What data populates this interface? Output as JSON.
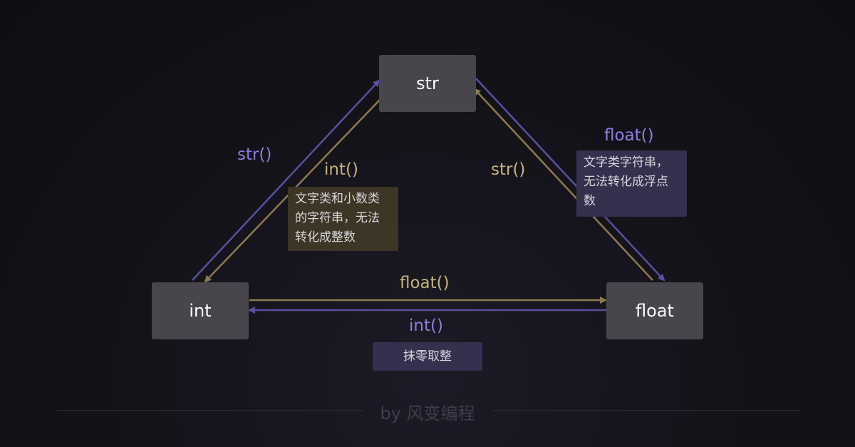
{
  "nodes": {
    "str": "str",
    "int": "int",
    "float": "float"
  },
  "labels": {
    "int_to_str": "str()",
    "str_to_int": "int()",
    "float_to_str": "str()",
    "str_to_float": "float()",
    "int_to_float": "float()",
    "float_to_int": "int()"
  },
  "notes": {
    "str_to_int": "文字类和小数类的字符串，无法转化成整数",
    "str_to_float": "文字类字符串，无法转化成浮点数",
    "float_to_int": "抹零取整"
  },
  "footer": "by 风变编程",
  "colors": {
    "purple": "#5b4f9e",
    "gold": "#8c7a4e",
    "node_bg": "#48464c"
  }
}
